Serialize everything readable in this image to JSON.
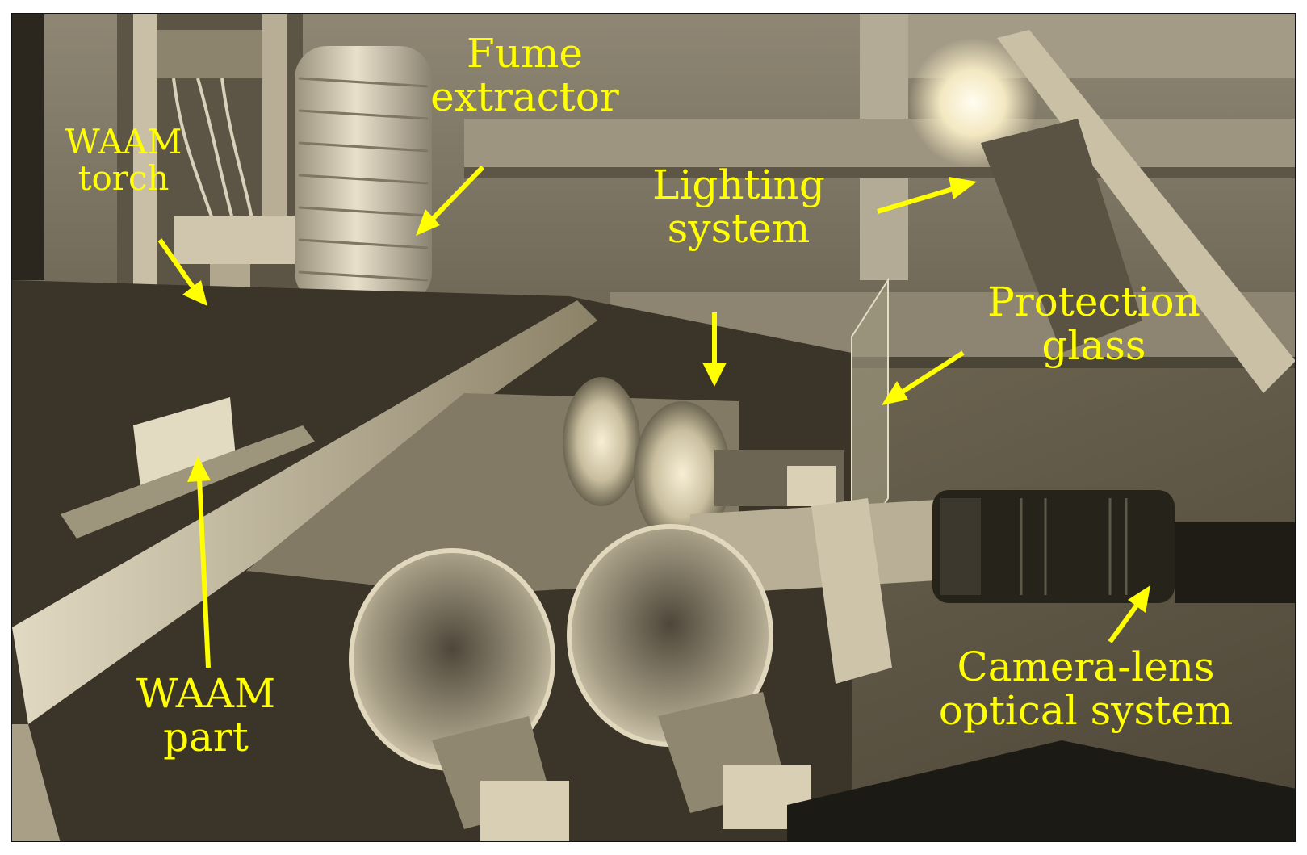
{
  "figure": {
    "labels": {
      "fume_extractor": [
        "Fume",
        "extractor"
      ],
      "waam_torch": [
        "WAAM",
        "torch"
      ],
      "lighting_system": [
        "Lighting",
        "system"
      ],
      "protection_glass": [
        "Protection",
        "glass"
      ],
      "waam_part": [
        "WAAM",
        "part"
      ],
      "camera_lens": [
        "Camera-lens",
        "optical system"
      ]
    },
    "colors": {
      "annotation": "#ffff00",
      "tone": "sepia"
    }
  }
}
